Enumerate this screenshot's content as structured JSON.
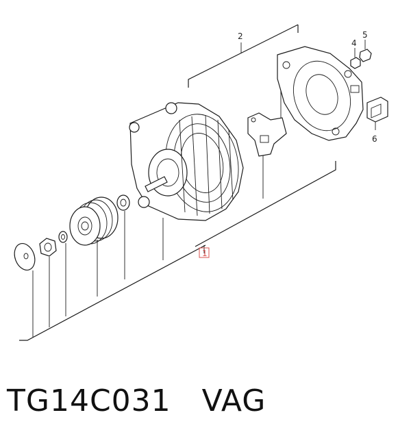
{
  "callouts": {
    "c1": "1",
    "c2": "2",
    "c4": "4",
    "c5": "5",
    "c6": "6"
  },
  "caption": {
    "part_number": "TG14C031",
    "brand": "VAG"
  },
  "highlight_color": "#d9534f"
}
